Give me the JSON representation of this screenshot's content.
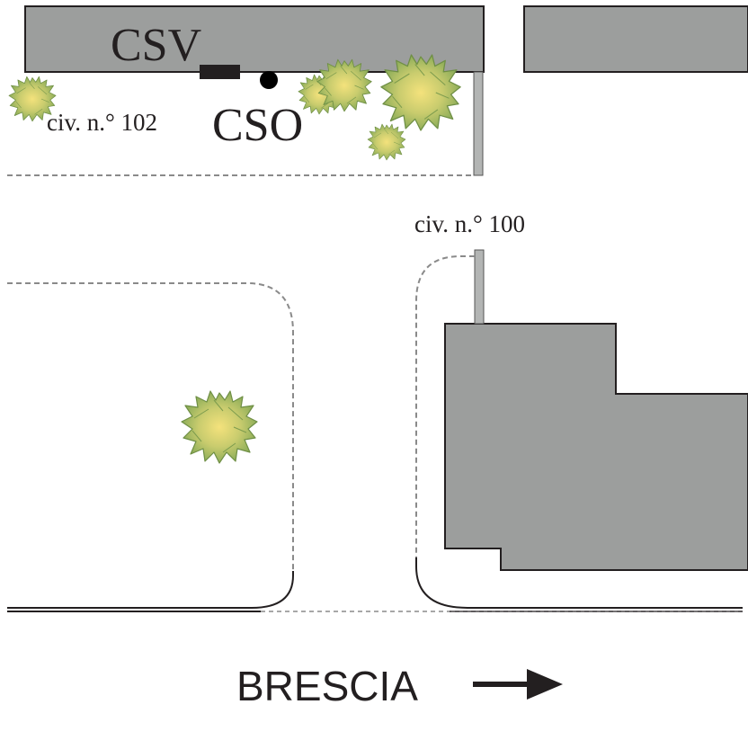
{
  "labels": {
    "csv": "CSV",
    "cso": "CSO",
    "civ_102": "civ. n.° 102",
    "civ_100": "civ. n.° 100",
    "direction": "BRESCIA"
  },
  "colors": {
    "building": "#9c9e9d",
    "outline": "#231f20",
    "curb_dashed": "#8a8a8a",
    "pole": "#b3b5b4",
    "tree_center": "#f2e07a",
    "tree_edge": "#8fae5a",
    "tree_stroke": "#6f8f45"
  },
  "icons": {
    "direction_arrow": "arrow-right-icon",
    "tree": "tree-icon",
    "cso_marker": "dot-marker-icon",
    "csv_marker": "rectangle-marker-icon"
  }
}
